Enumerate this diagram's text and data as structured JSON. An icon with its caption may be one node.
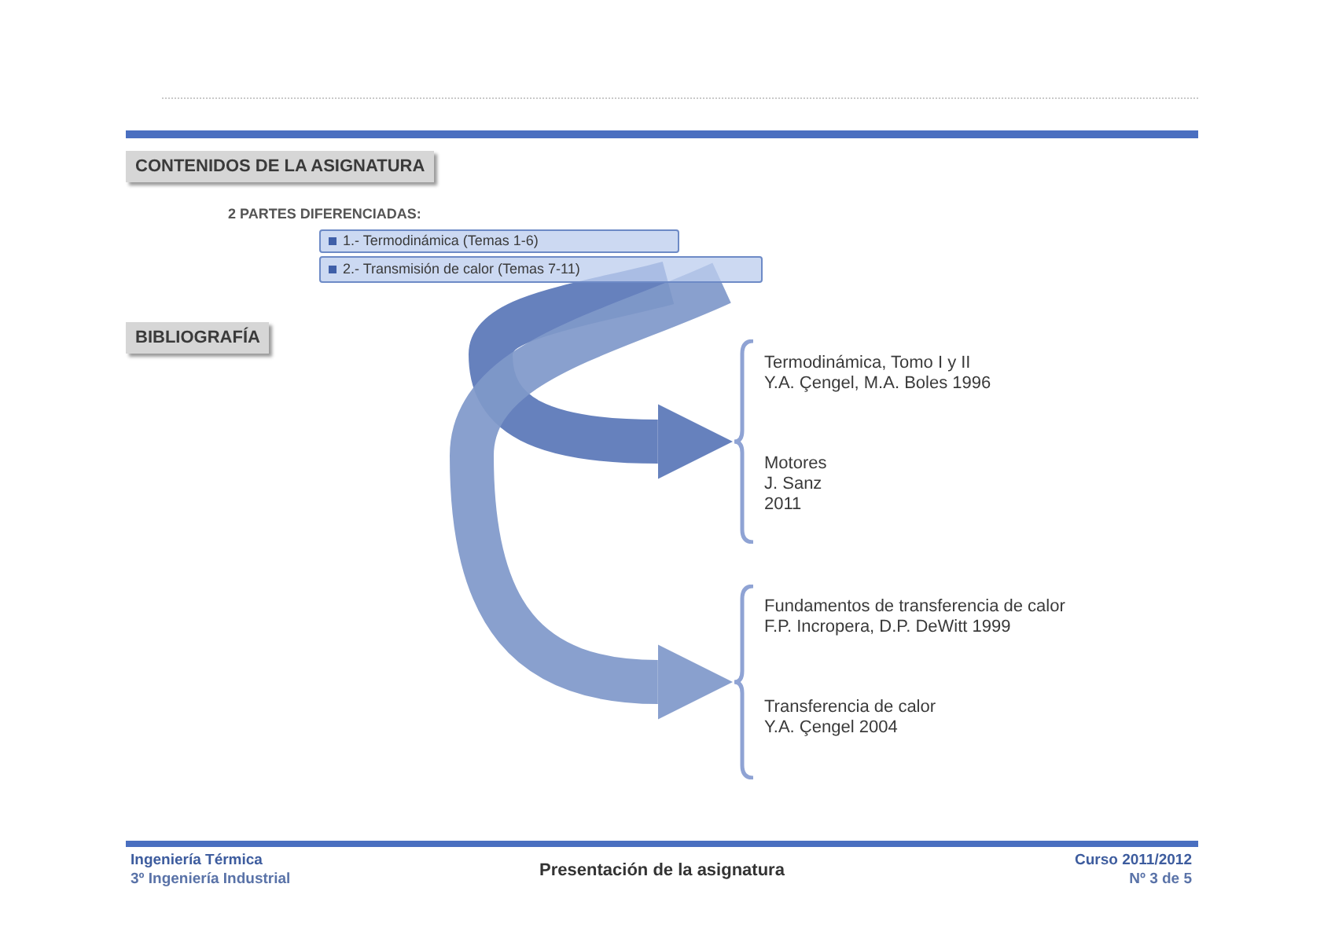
{
  "diagram": {
    "nodes": [
      {
        "text": [
          "CONTENIDOS DE LA ASIGNATURA"
        ]
      },
      {
        "text": [
          "1.- Termodinámica (Temas 1-6)"
        ]
      },
      {
        "text": [
          "2.- Transmisión de calor (Temas 7-11)"
        ]
      },
      {
        "text": [
          "BIBLIOGRAFÍA"
        ]
      },
      {
        "text": [
          "Termodinámica, Tomo I y II Y.A. Çengel, M.A. Boles 1996",
          "Motores J. Sanz 2011"
        ]
      },
      {
        "text": [
          "Fundamentos de transferencia de calor F.P. Incropera, D.P. DeWitt 1999",
          "Transferencia de calor Y.A. Çengel 2004"
        ]
      }
    ],
    "edges": [
      {
        "from": 2,
        "to": 4,
        "arrow": "to",
        "color": "#5a77b8"
      },
      {
        "from": 2,
        "to": 5,
        "arrow": "to"
      }
    ],
    "labels": [
      "2 PARTES DIFERENCIADAS:",
      "Ingeniería Térmica",
      "3º Ingeniería Industrial",
      "Presentación de la asignatura",
      "Curso 2011/2012",
      "Nº 3 de 5"
    ]
  }
}
